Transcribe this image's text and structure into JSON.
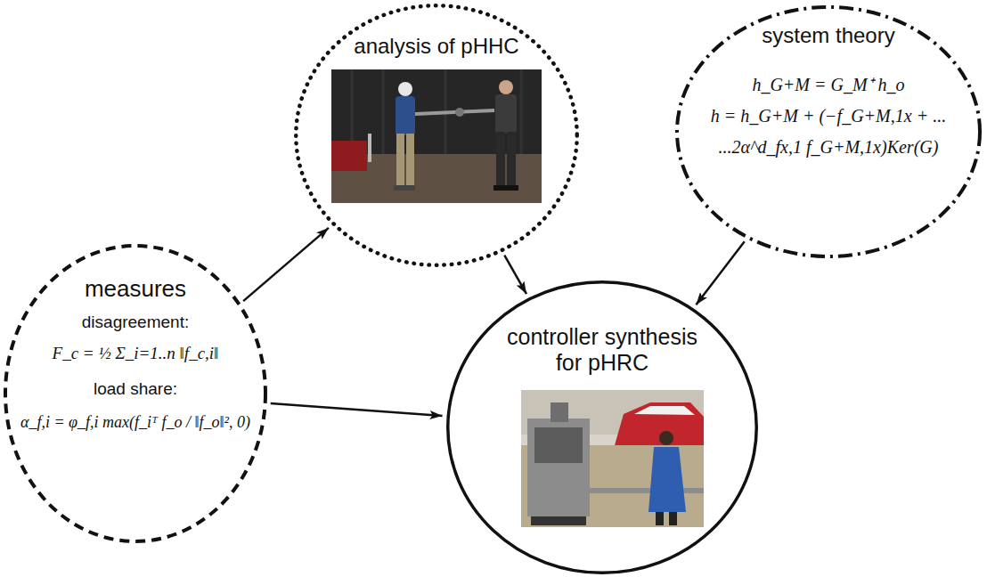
{
  "diagram": {
    "nodes": [
      {
        "text": [
          "analysis of pHHC"
        ]
      },
      {
        "text": [
          "system theory",
          "h_G+M = G_M⁺ h_o",
          "h = h_G+M + (−f_G+M,1x + ...",
          "...2α^d_fx,1 f_G+M,1x)Ker(G)"
        ]
      },
      {
        "text": [
          "measures",
          "disagreement:",
          "F_c = ½ Σ_i=1..n ‖f_c,i‖",
          "load share:",
          "α_f,i = φ_f,i max(f_iᵀ f_o / ‖f_o‖², 0)"
        ]
      },
      {
        "text": [
          "controller synthesis for pHRC"
        ]
      }
    ],
    "edges": [
      {
        "from": 2,
        "to": 0,
        "arrow": "to"
      },
      {
        "from": 0,
        "to": 3,
        "arrow": "to"
      },
      {
        "from": 1,
        "to": 3,
        "arrow": "to"
      },
      {
        "from": 2,
        "to": 3,
        "arrow": "to"
      }
    ]
  }
}
